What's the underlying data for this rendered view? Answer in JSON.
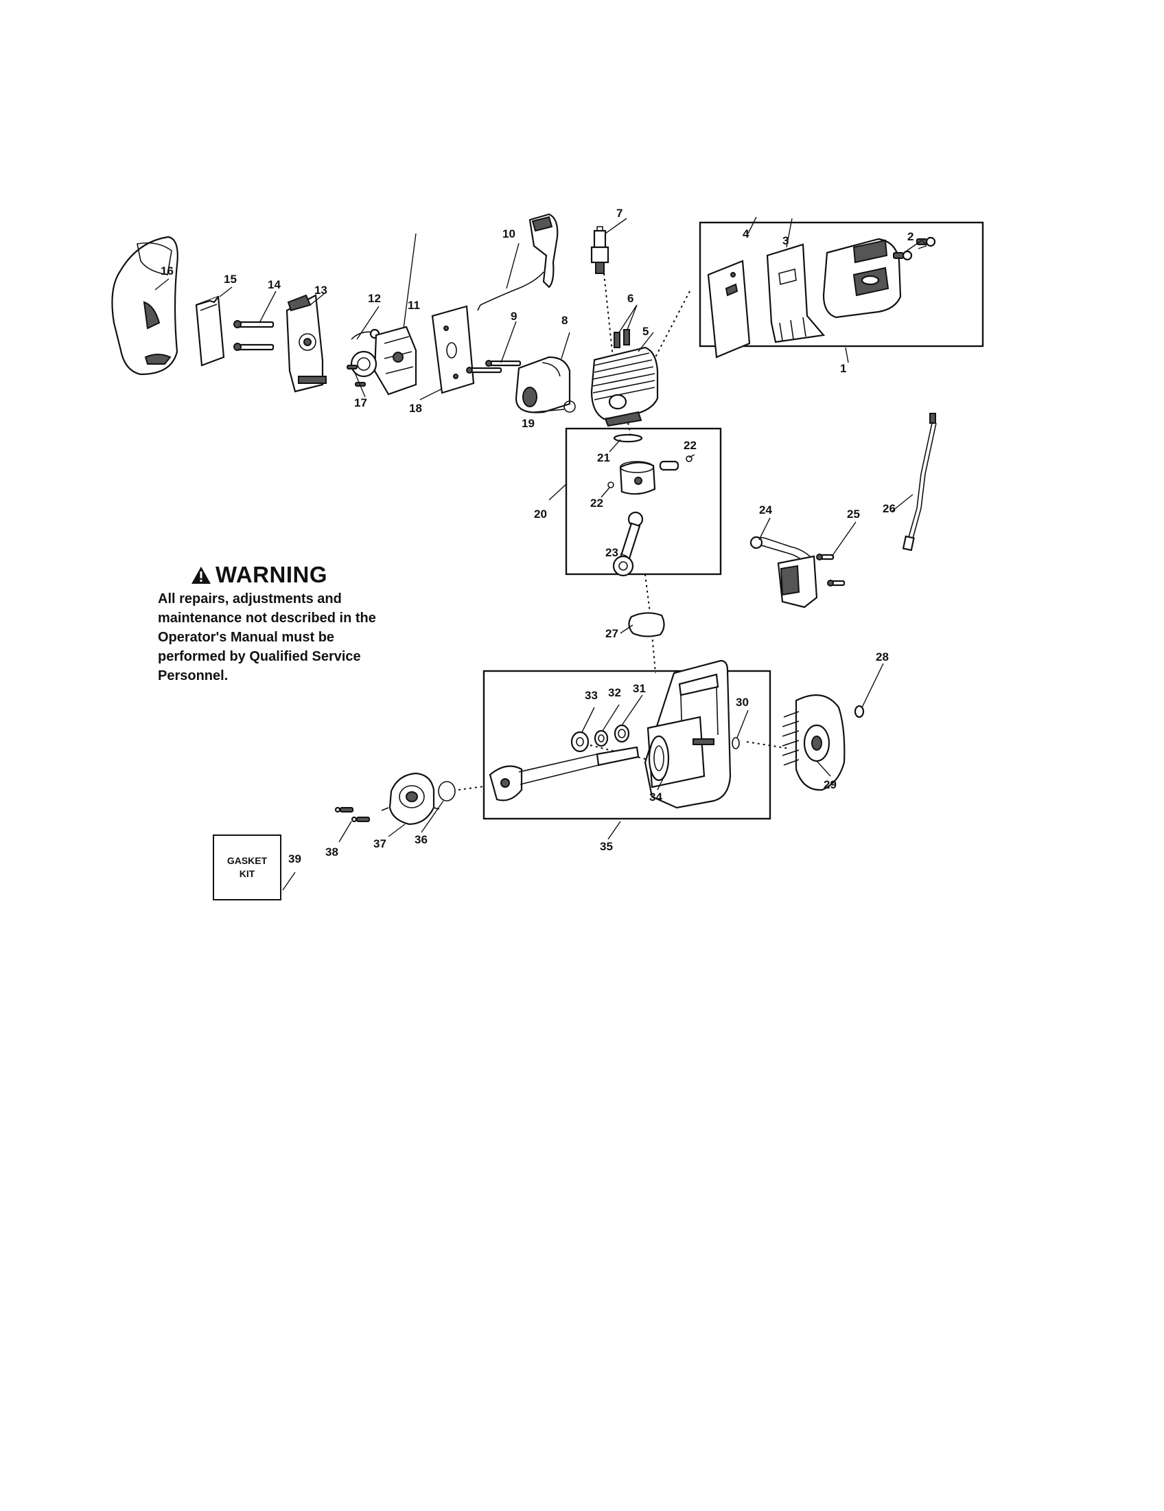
{
  "warning": {
    "title": "WARNING",
    "body": "All repairs, adjustments and maintenance not described in the Operator's Manual must be performed by Qualified Service Personnel."
  },
  "gasket_kit": {
    "label": "GASKET\nKIT"
  },
  "part_numbers": {
    "p1": "1",
    "p2": "2",
    "p3": "3",
    "p4": "4",
    "p5": "5",
    "p6": "6",
    "p7": "7",
    "p8": "8",
    "p9": "9",
    "p10": "10",
    "p11": "11",
    "p12": "12",
    "p13": "13",
    "p14": "14",
    "p15": "15",
    "p16": "16",
    "p17": "17",
    "p18": "18",
    "p19": "19",
    "p20": "20",
    "p21": "21",
    "p22a": "22",
    "p22b": "22",
    "p23": "23",
    "p24": "24",
    "p25": "25",
    "p26": "26",
    "p27": "27",
    "p28": "28",
    "p29": "29",
    "p30": "30",
    "p31": "31",
    "p32": "32",
    "p33": "33",
    "p34": "34",
    "p35": "35",
    "p36": "36",
    "p37": "37",
    "p38": "38",
    "p39": "39"
  },
  "icons": {
    "warning": "warning-triangle-icon"
  }
}
